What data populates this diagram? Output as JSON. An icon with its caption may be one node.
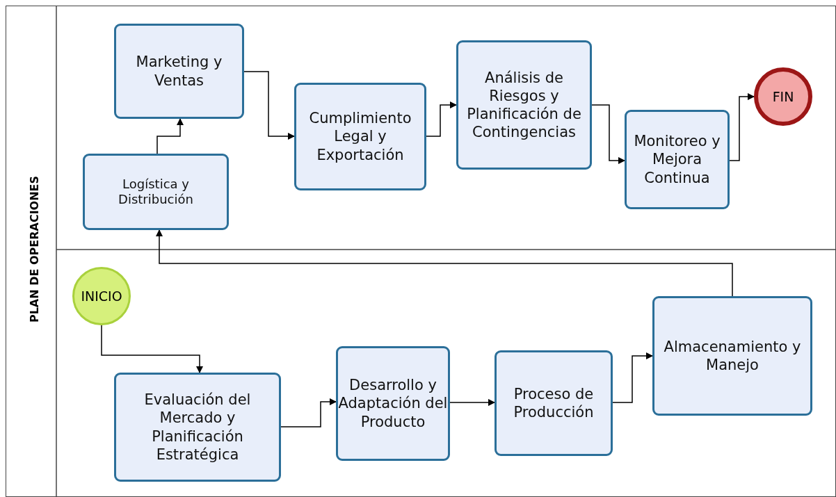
{
  "diagram": {
    "nodes": [
      {
        "text": [
          "PLAN DE OPERACIONES"
        ]
      },
      {
        "text": [
          "INICIO"
        ],
        "in": 0
      },
      {
        "text": [
          "Evaluación del Mercado y Planificación Estratégica"
        ],
        "in": 0
      },
      {
        "text": [
          "Desarrollo y Adaptación del Producto"
        ],
        "in": 0
      },
      {
        "text": [
          "Proceso de Producción"
        ],
        "in": 0
      },
      {
        "text": [
          "Almacenamiento y Manejo"
        ],
        "in": 0
      },
      {
        "text": [
          "Logística y Distribución"
        ],
        "in": 0
      },
      {
        "text": [
          "Marketing y Ventas"
        ],
        "in": 0
      },
      {
        "text": [
          "Cumplimiento Legal y Exportación"
        ],
        "in": 0
      },
      {
        "text": [
          "Análisis de Riesgos y Planificación de Contingencias"
        ],
        "in": 0
      },
      {
        "text": [
          "Monitoreo y Mejora Continua"
        ],
        "in": 0
      },
      {
        "text": [
          "FIN"
        ],
        "in": 0
      }
    ],
    "edges": [
      {
        "from": 1,
        "to": 2,
        "arrow": "to"
      },
      {
        "from": 2,
        "to": 3,
        "arrow": "to"
      },
      {
        "from": 3,
        "to": 4,
        "arrow": "to"
      },
      {
        "from": 4,
        "to": 5,
        "arrow": "to"
      },
      {
        "from": 5,
        "to": 6,
        "arrow": "to"
      },
      {
        "from": 6,
        "to": 7,
        "arrow": "to"
      },
      {
        "from": 7,
        "to": 8,
        "arrow": "to"
      },
      {
        "from": 8,
        "to": 9,
        "arrow": "to"
      },
      {
        "from": 9,
        "to": 10,
        "arrow": "to"
      },
      {
        "from": 10,
        "to": 11,
        "arrow": "to"
      }
    ]
  }
}
